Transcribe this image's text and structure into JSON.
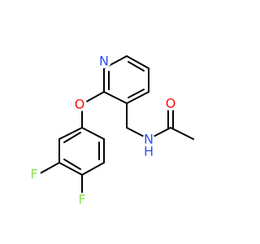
{
  "molecule": {
    "atoms": {
      "N1": {
        "symbol": "N",
        "color": "#3050F8"
      },
      "O1": {
        "symbol": "O",
        "color": "#FF0D0D"
      },
      "O2": {
        "symbol": "O",
        "color": "#FF0D0D"
      },
      "N2": {
        "symbol": "N",
        "color": "#3050F8"
      },
      "H2": {
        "symbol": "H",
        "color": "#3050F8"
      },
      "F1": {
        "symbol": "F",
        "color": "#90E050"
      },
      "F2": {
        "symbol": "F",
        "color": "#90E050"
      }
    }
  }
}
